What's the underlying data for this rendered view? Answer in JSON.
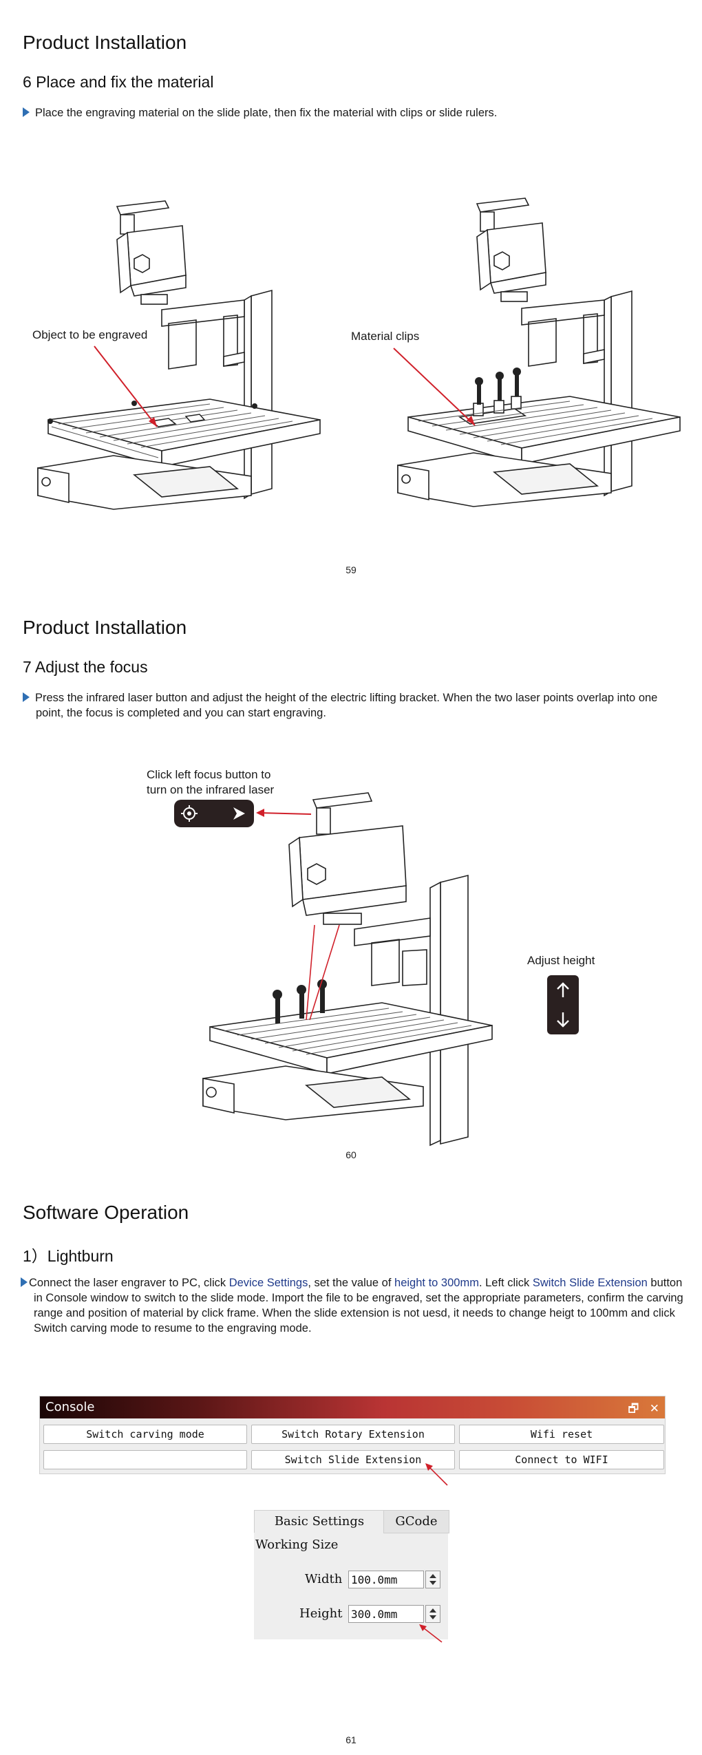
{
  "page59": {
    "section_title": "Product Installation",
    "heading": "6 Place and fix the material",
    "instruction": "Place the engraving material on the slide plate, then fix the material with clips or slide rulers.",
    "callout_left": "Object to be engraved",
    "callout_right": "Material clips",
    "page_number": "59"
  },
  "page60": {
    "section_title": "Product Installation",
    "heading": "7 Adjust the focus",
    "instruction": "Press the infrared laser button and adjust the height of the electric lifting bracket. When the two laser points overlap into one point, the focus is completed and you can start engraving.",
    "callout_focus_line1": "Click left focus button to",
    "callout_focus_line2": "turn on the infrared laser",
    "callout_height": "Adjust height",
    "page_number": "60"
  },
  "page61": {
    "section_title": "Software Operation",
    "heading": "1）Lightburn",
    "instruction": {
      "p1": "Connect the laser engraver to PC, click ",
      "link1": "Device Settings",
      "p2": ", set the value of ",
      "link2": "height to 300mm",
      "p3": ". Left click ",
      "link3": "Switch Slide Extension",
      "p4": " button in Console window to switch to the slide mode. Import the file to be engraved, set the appropriate parameters, confirm the carving range and position of material by click frame. When the slide extension is not uesd, it needs to change heigt to 100mm and click Switch carving mode to resume to the engraving mode."
    },
    "console": {
      "title": "Console",
      "buttons": [
        "Switch carving mode",
        "Switch Rotary Extension",
        "Wifi reset",
        "",
        "Switch Slide Extension",
        "Connect to WIFI"
      ]
    },
    "settings": {
      "tab_active": "Basic Settings",
      "tab_inactive": "GCode",
      "group_label": "Working Size",
      "width_label": "Width",
      "width_value": "100.0mm",
      "height_label": "Height",
      "height_value": "300.0mm"
    },
    "page_number": "61"
  },
  "colors": {
    "accent_blue": "#2f6fb3",
    "link_blue": "#1f3a8a",
    "annotation_red": "#d0202a"
  }
}
